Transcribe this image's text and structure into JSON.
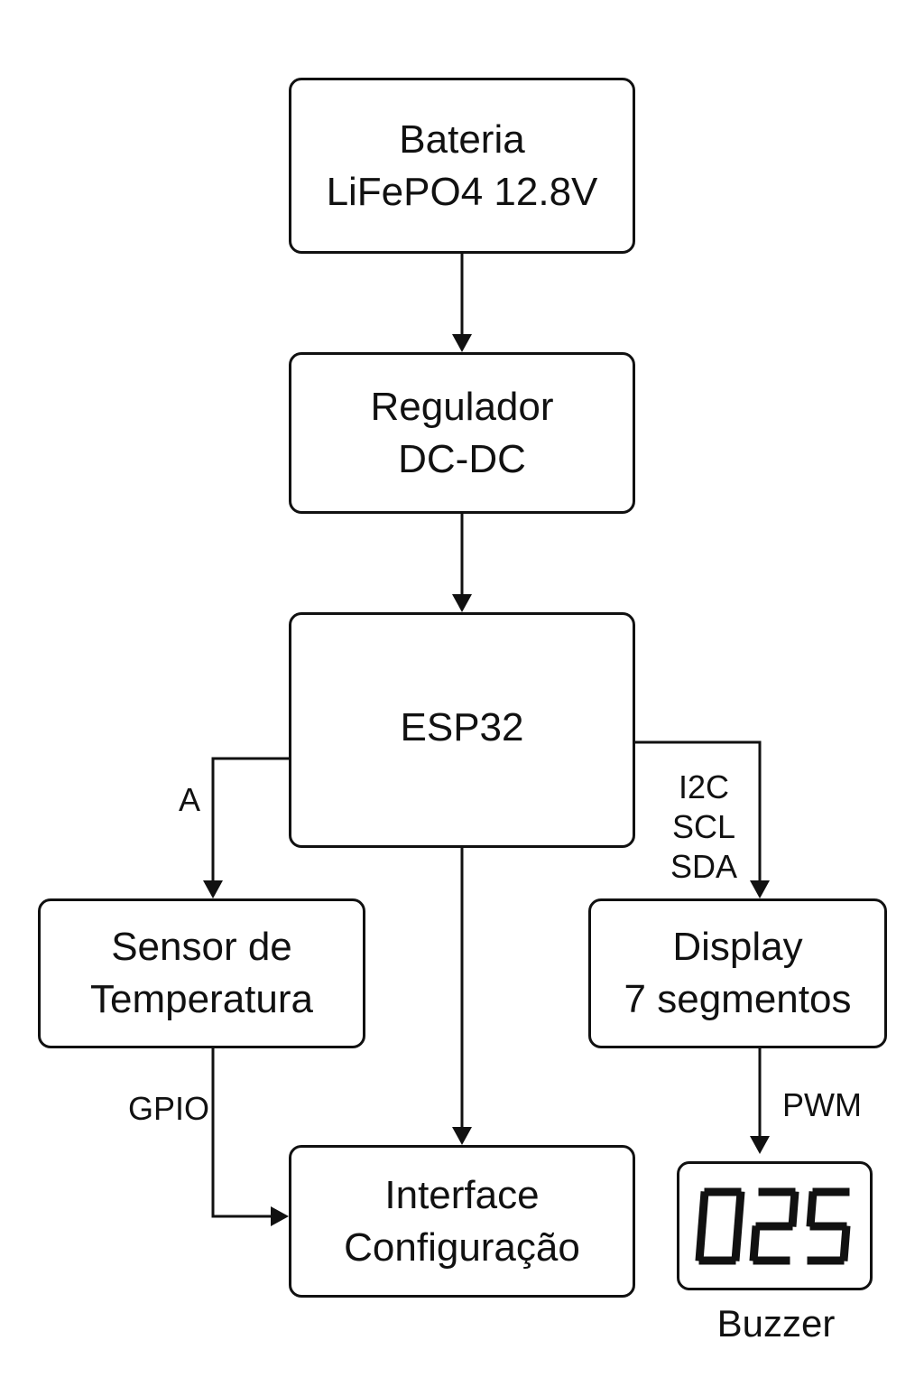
{
  "blocks": {
    "battery": {
      "line1": "Bateria",
      "line2": "LiFePO4 12.8V"
    },
    "regulator": {
      "line1": "Regulador",
      "line2": "DC-DC"
    },
    "mcu": {
      "line1": "ESP32"
    },
    "sensor": {
      "line1": "Sensor de",
      "line2": "Temperatura"
    },
    "display": {
      "line1": "Display",
      "line2": "7 segmentos"
    },
    "interface": {
      "line1": "Interface",
      "line2": "Configuração"
    },
    "buzzer": {
      "readout": "025",
      "label": "Buzzer"
    }
  },
  "connections": {
    "mcu_sensor": "A",
    "mcu_display": [
      "I2C",
      "SCL",
      "SDA"
    ],
    "sensor_interface": "GPIO",
    "display_buzzer": "PWM"
  }
}
